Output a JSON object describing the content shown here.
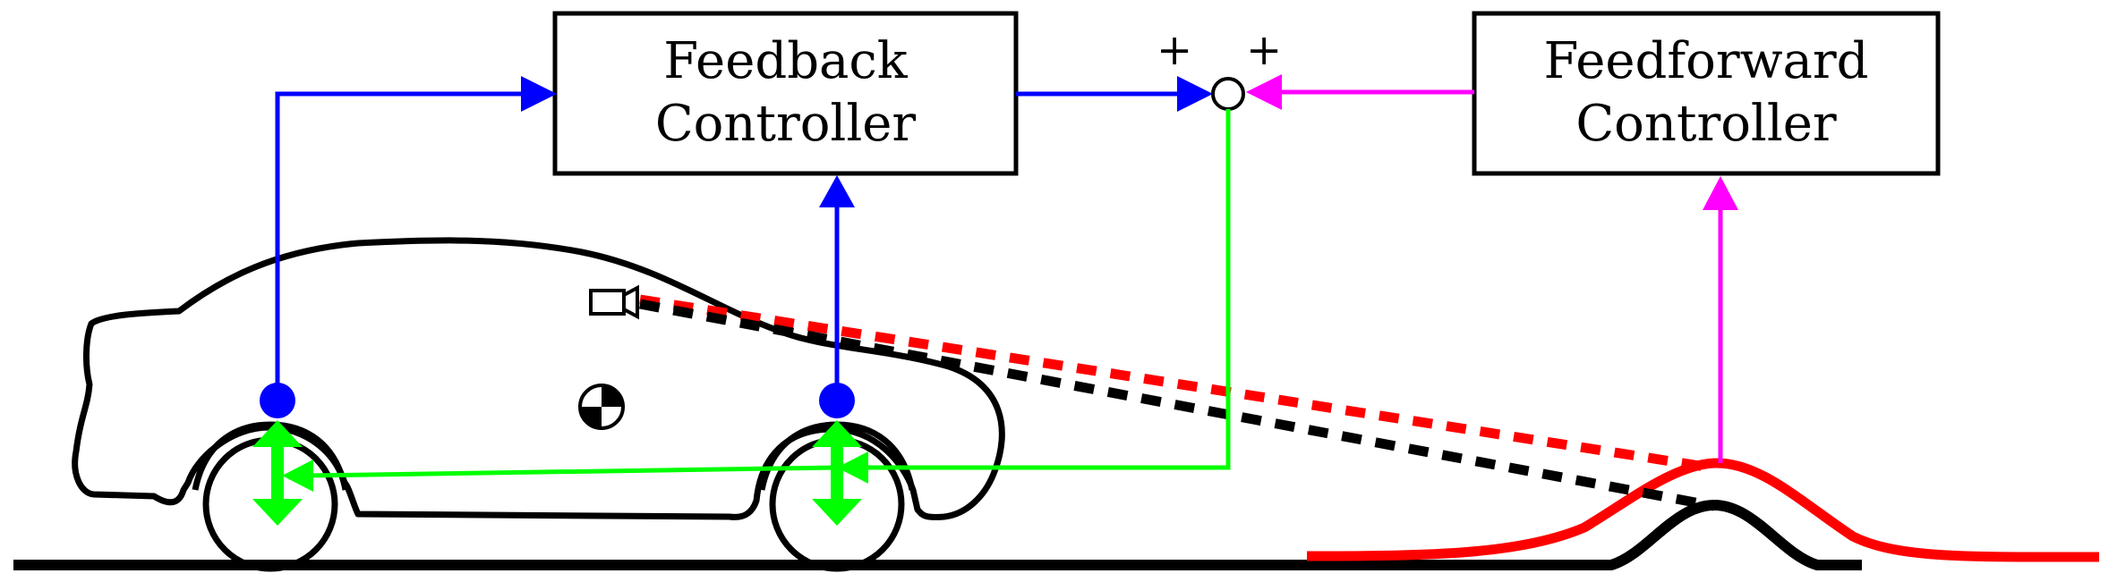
{
  "feedback_controller": {
    "line1": "Feedback",
    "line2": "Controller"
  },
  "feedforward_controller": {
    "line1": "Feedforward",
    "line2": "Controller"
  },
  "summing_junction": {
    "sign_left": "+",
    "sign_right": "+"
  },
  "colors": {
    "feedback_signal": "#0000ff",
    "feedforward_signal": "#ff00ff",
    "actuator_signal": "#00ff00",
    "preview_line_actual": "#ff0000",
    "preview_line_road": "#000000",
    "road_profile_actual": "#ff0000",
    "vehicle_outline": "#000000"
  },
  "icons": [
    "camera-icon",
    "center-of-gravity-icon",
    "sensor-dot-icon",
    "actuator-arrow-icon",
    "summing-junction-icon"
  ]
}
